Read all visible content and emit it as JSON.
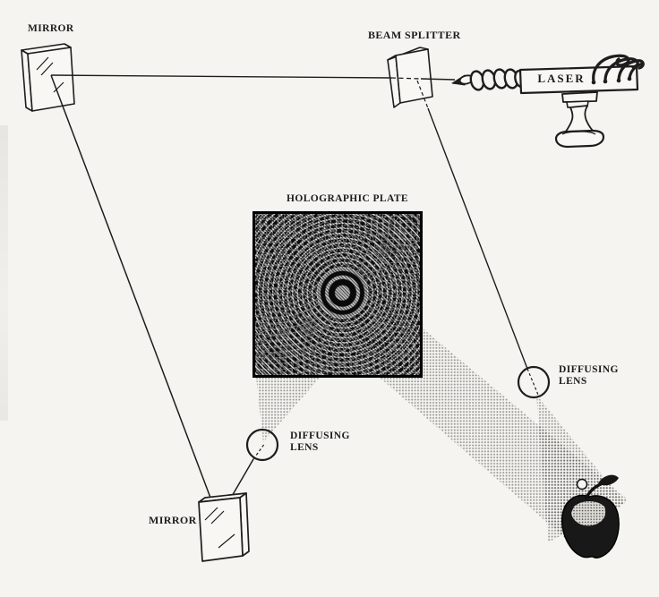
{
  "labels": {
    "mirror_top": "MIRROR",
    "beam_splitter": "BEAM SPLITTER",
    "laser": "LASER",
    "holographic_plate": "HOLOGRAPHIC PLATE",
    "diffusing_lens_right": {
      "line1": "DIFFUSING",
      "line2": "LENS"
    },
    "diffusing_lens_left": {
      "line1": "DIFFUSING",
      "line2": "LENS"
    },
    "mirror_bottom": "MIRROR"
  },
  "colors": {
    "paper": "#f5f4f0",
    "ink": "#1d1d1d",
    "beam_halftone": "#8a8a8a",
    "plate_background": "#141414"
  }
}
